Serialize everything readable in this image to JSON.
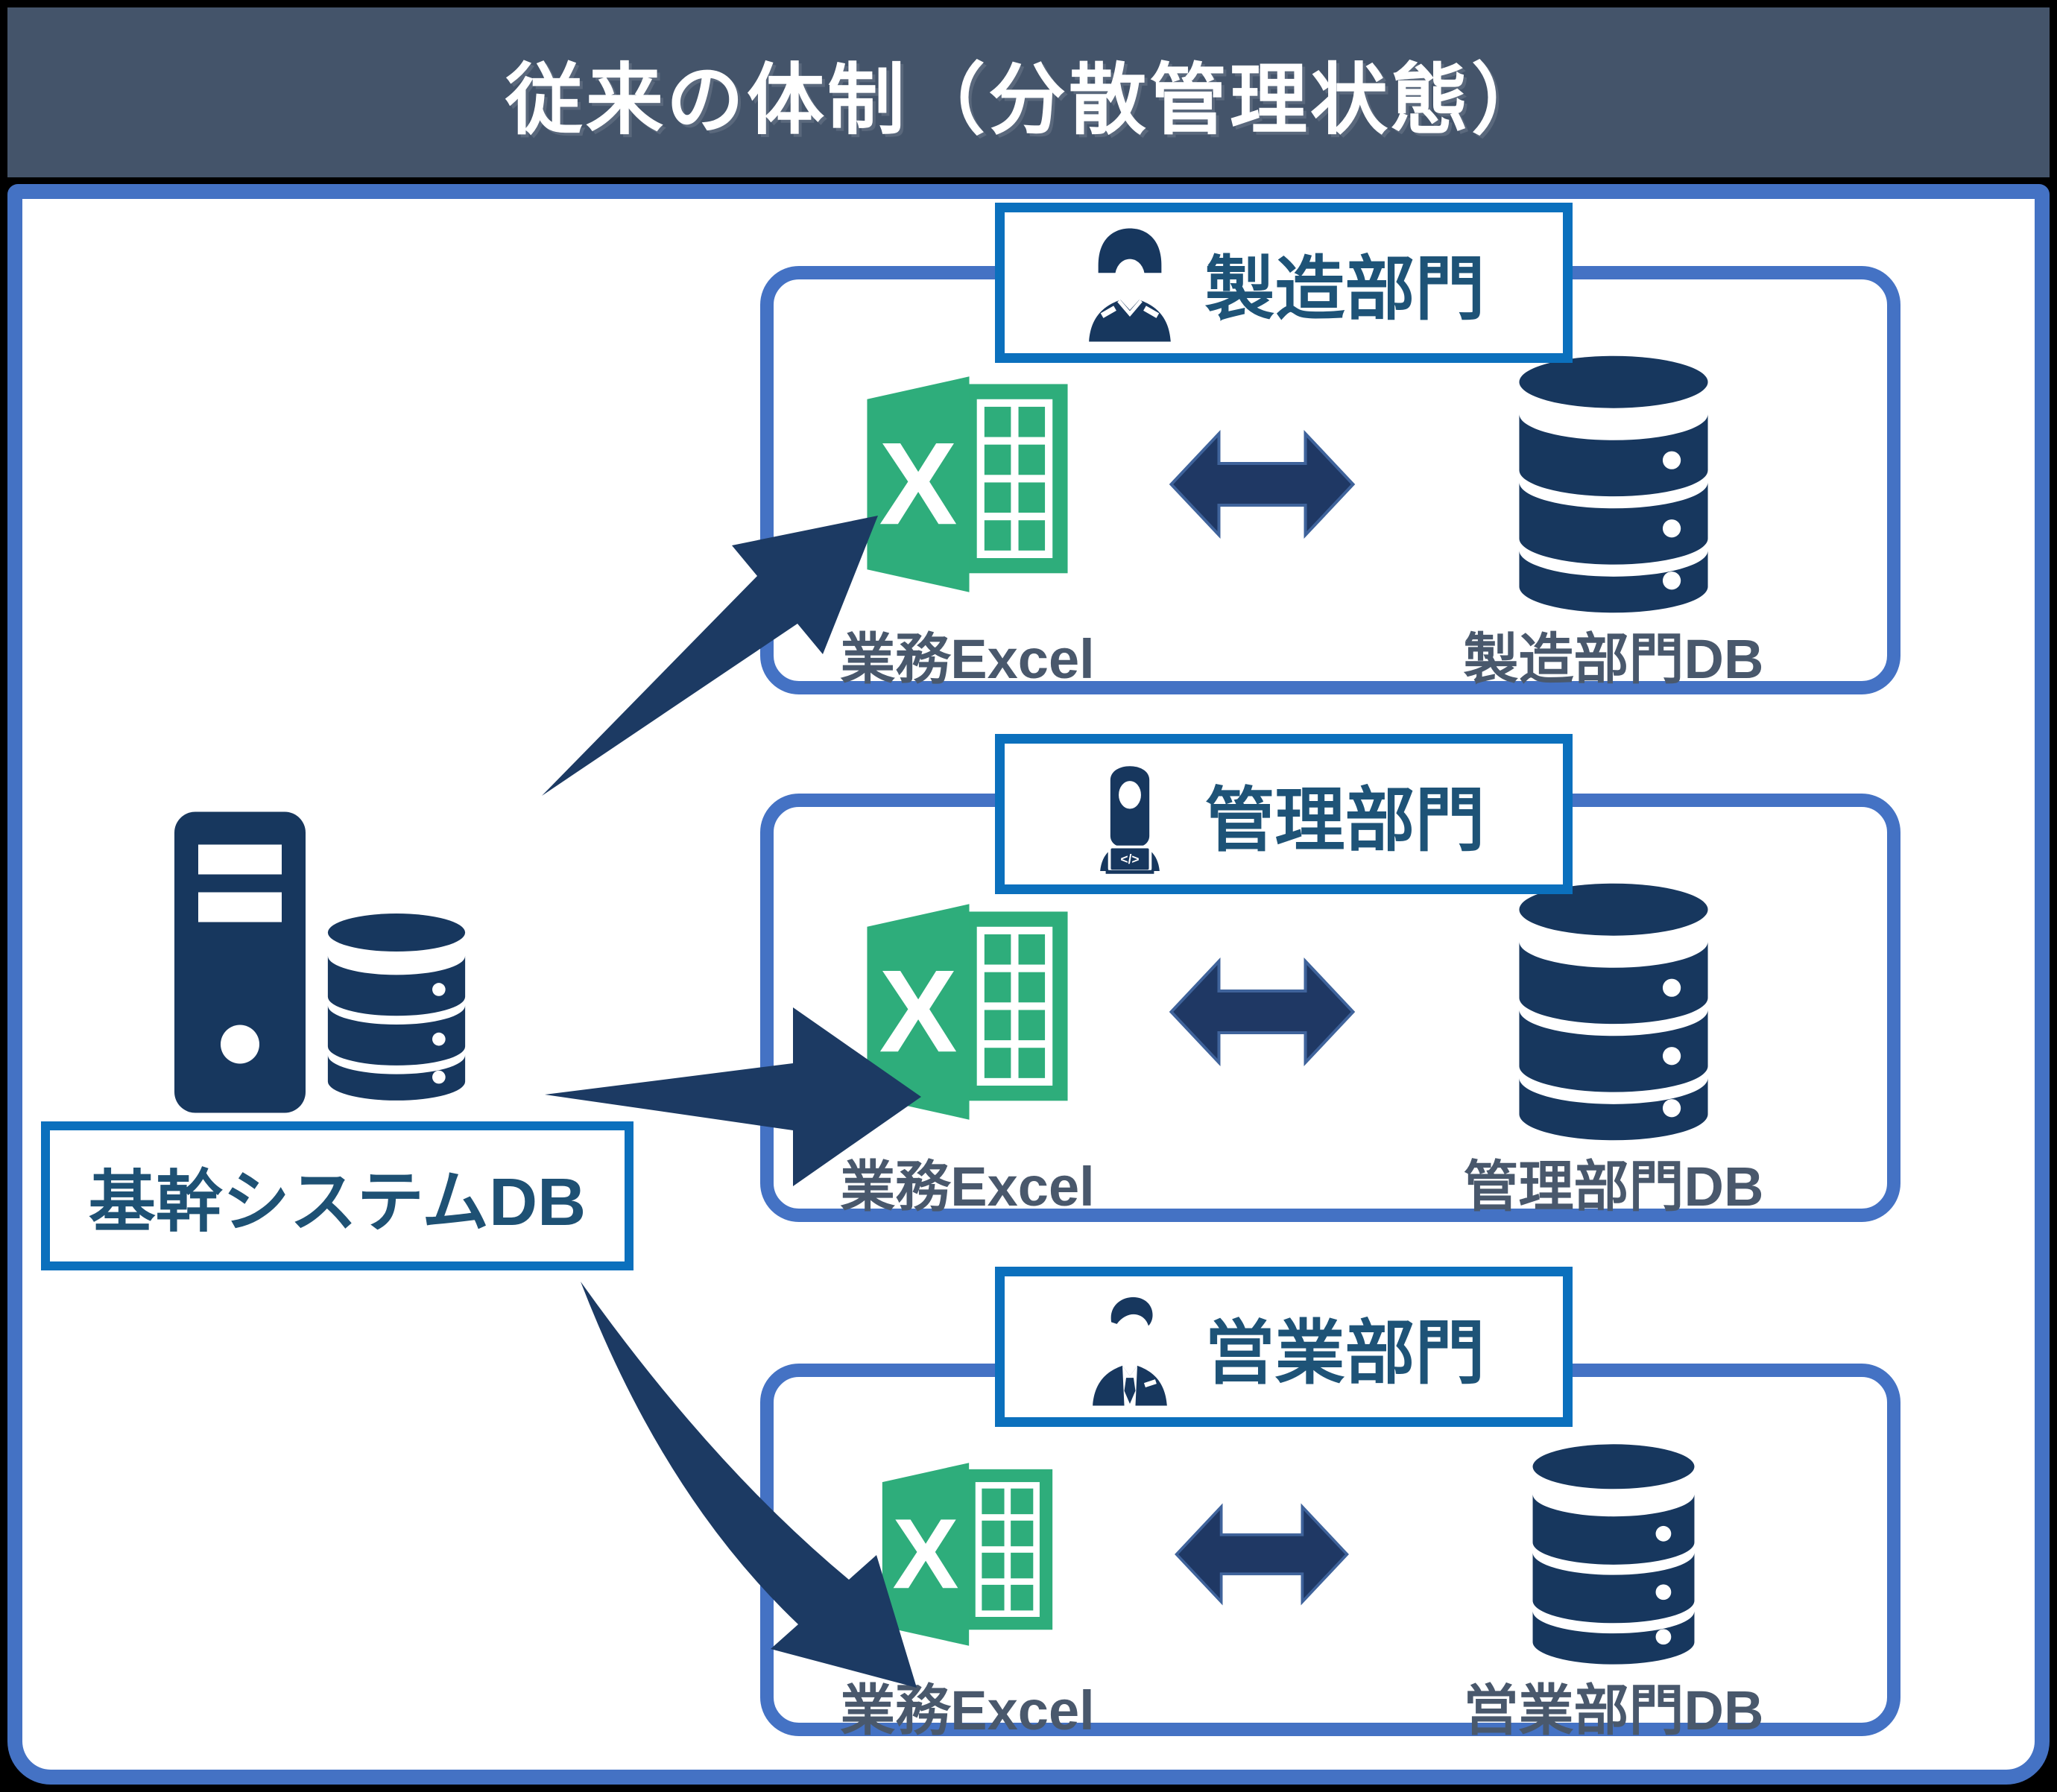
{
  "title": "従来の体制（分散管理状態）",
  "source": {
    "label": "基幹システムDB",
    "icons": [
      "server-tower-icon",
      "database-icon"
    ]
  },
  "departments": [
    {
      "name": "製造部門",
      "person_icon": "factory-worker-icon",
      "excel_label": "業務Excel",
      "db_label": "製造部門DB"
    },
    {
      "name": "管理部門",
      "person_icon": "developer-woman-icon",
      "excel_label": "業務Excel",
      "db_label": "管理部門DB"
    },
    {
      "name": "営業部門",
      "person_icon": "businessman-icon",
      "excel_label": "業務Excel",
      "db_label": "営業部門DB"
    }
  ],
  "excel": {
    "letter": "X"
  },
  "icons": {
    "code_glyph": "</>"
  },
  "colors": {
    "title_bar": "#44546A",
    "title_text": "#ffffff",
    "outer_frame": "#000000",
    "box_border": "#4472C4",
    "header_border": "#0B70BD",
    "icon_navy": "#17375E",
    "arrow_navy": "#1C3A63",
    "double_arrow_fill": "#1F3864",
    "double_arrow_edge": "#3F639B",
    "excel_green": "#2EAD7B",
    "label_text": "#49586C",
    "heading_text": "#1E5377"
  }
}
